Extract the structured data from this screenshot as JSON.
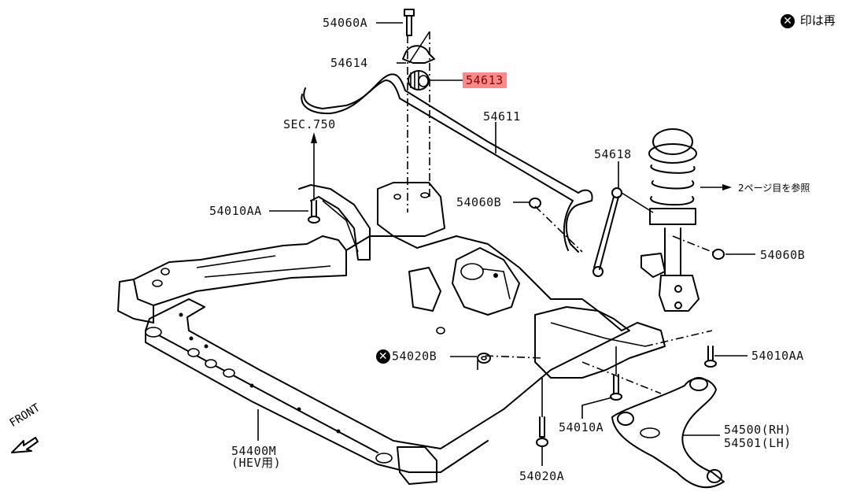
{
  "header_note": {
    "icon": "x-circle-icon",
    "text": "印は再"
  },
  "parts": {
    "p54060A": "54060A",
    "p54614": "54614",
    "p54613": "54613",
    "p54611": "54611",
    "sec750": "SEC.750",
    "p54618": "54618",
    "see_page2": "2ページ目を参照",
    "p54010AA_left": "54010AA",
    "p54060B_mid": "54060B",
    "p54060B_right": "54060B",
    "p54020B": "54020B",
    "p54010AA_right": "54010AA",
    "p54010A": "54010A",
    "p54500": "54500(RH)",
    "p54501": "54501(LH)",
    "p54400M": "54400M",
    "p54400M_note": "(HEV用)",
    "p54020A": "54020A",
    "front": "FRONT"
  },
  "highlight": {
    "part": "54613",
    "color": "#f58a8a",
    "text_color": "#8b0000"
  },
  "x_mark_glyph": "✕"
}
